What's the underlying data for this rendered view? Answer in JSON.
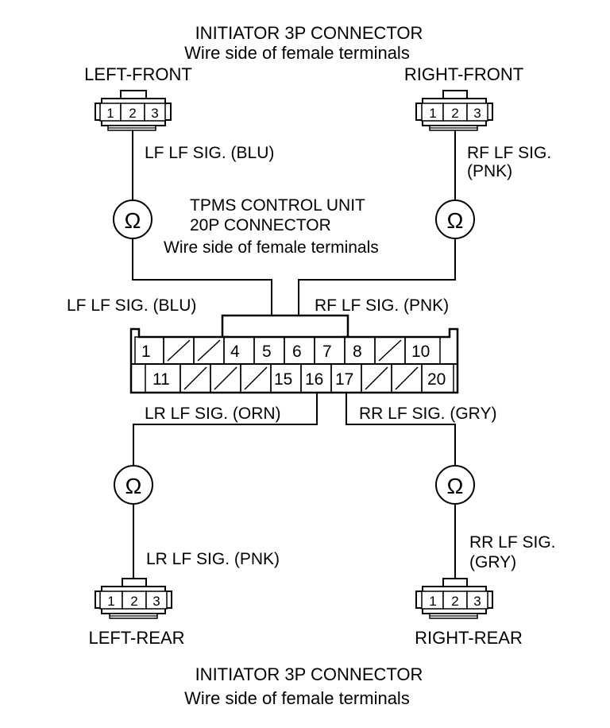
{
  "colors": {
    "line": "#000000",
    "background": "#ffffff"
  },
  "top_heading": {
    "title": "INITIATOR 3P CONNECTOR",
    "subtitle": "Wire side of female terminals"
  },
  "bottom_heading": {
    "title": "INITIATOR 3P CONNECTOR",
    "subtitle": "Wire side of female terminals"
  },
  "ecu": {
    "line1": "TPMS CONTROL UNIT",
    "line2": "20P CONNECTOR",
    "line3": "Wire side of female terminals"
  },
  "initiators": {
    "left_front": {
      "title": "LEFT-FRONT",
      "pins": [
        "1",
        "2",
        "3"
      ]
    },
    "right_front": {
      "title": "RIGHT-FRONT",
      "pins": [
        "1",
        "2",
        "3"
      ]
    },
    "left_rear": {
      "title": "LEFT-REAR",
      "pins": [
        "1",
        "2",
        "3"
      ]
    },
    "right_rear": {
      "title": "RIGHT-REAR",
      "pins": [
        "1",
        "2",
        "3"
      ]
    }
  },
  "wires": {
    "lf_upper": "LF LF SIG. (BLU)",
    "lf_lower": "LF LF SIG. (BLU)",
    "rf_upper_line1": "RF LF SIG.",
    "rf_upper_line2": "(PNK)",
    "rf_lower": "RF LF SIG. (PNK)",
    "lr_upper": "LR LF SIG. (ORN)",
    "lr_lower": "LR LF SIG. (PNK)",
    "rr_upper": "RR LF SIG. (GRY)",
    "rr_lower_line1": "RR LF SIG.",
    "rr_lower_line2": "(GRY)"
  },
  "meter_symbol": "Ω",
  "ecu_pins": {
    "top": [
      "1",
      "4",
      "5",
      "6",
      "7",
      "8",
      "10"
    ],
    "bottom": [
      "11",
      "15",
      "16",
      "17",
      "20"
    ]
  }
}
